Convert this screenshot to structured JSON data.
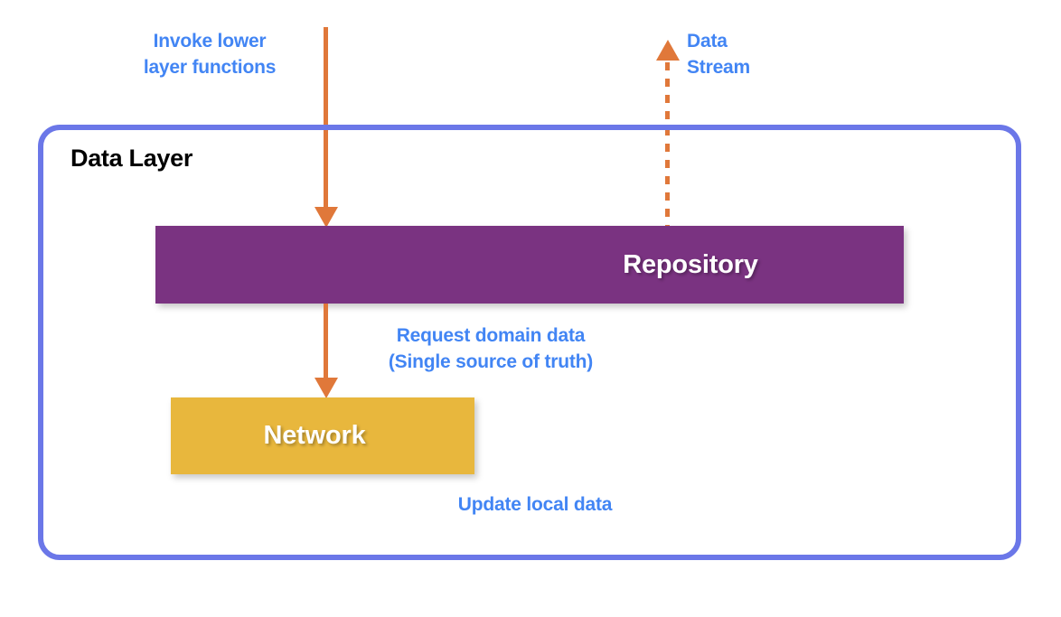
{
  "diagram": {
    "title": "Data Layer",
    "container": {
      "label": "Data Layer",
      "border_color": "#6B77E8"
    },
    "blocks": [
      {
        "id": "repository",
        "label": "Repository",
        "color": "#7A3381",
        "text_color": "#FFFFFF"
      },
      {
        "id": "network",
        "label": "Network",
        "color": "#E8B73D",
        "text_color": "#FFFFFF"
      }
    ],
    "arrows": [
      {
        "id": "invoke-lower-layer-functions",
        "style": "solid",
        "direction": "down",
        "color": "#E0783A",
        "label": "Invoke lower\nlayer functions"
      },
      {
        "id": "data-stream",
        "style": "dashed",
        "direction": "up",
        "color": "#E0783A",
        "label": "Data\nStream"
      },
      {
        "id": "request-domain-data",
        "style": "solid",
        "direction": "down",
        "color": "#E0783A",
        "label": "Request domain data\n(Single source of truth)"
      },
      {
        "id": "update-local-data",
        "style": "none",
        "direction": "none",
        "color": "#E0783A",
        "label": "Update local data"
      }
    ],
    "annotations": {
      "invoke": "Invoke lower\nlayer functions",
      "data_stream": "Data\nStream",
      "request_domain_data": "Request domain data\n(Single source of truth)",
      "update_local_data": "Update local data",
      "color": "#4285F4"
    }
  }
}
